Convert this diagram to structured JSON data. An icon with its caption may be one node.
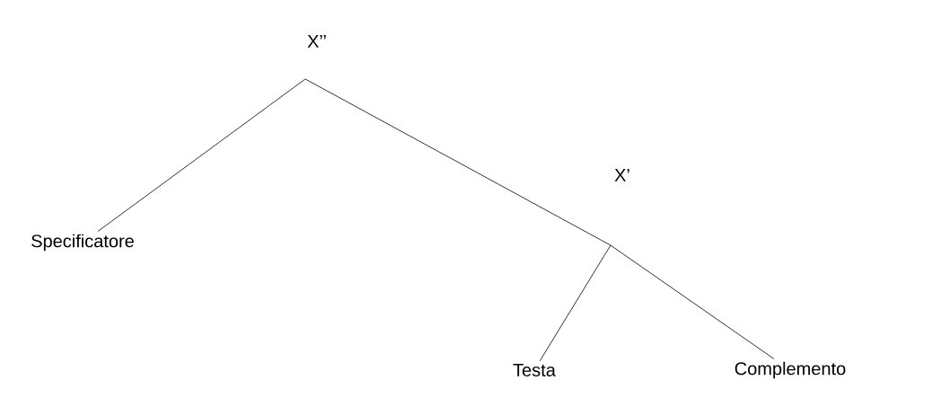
{
  "diagram": {
    "nodes": [
      {
        "text": [
          "X’’"
        ]
      },
      {
        "text": [
          "Specificatore"
        ]
      },
      {
        "text": [
          "X’"
        ]
      },
      {
        "text": [
          "Testa"
        ]
      },
      {
        "text": [
          "Complemento"
        ]
      }
    ],
    "edges": [
      {
        "from": 0,
        "to": 1,
        "arrow": "none"
      },
      {
        "from": 0,
        "to": 2,
        "arrow": "none"
      },
      {
        "from": 2,
        "to": 3,
        "arrow": "none"
      },
      {
        "from": 2,
        "to": 4,
        "arrow": "none"
      }
    ]
  }
}
